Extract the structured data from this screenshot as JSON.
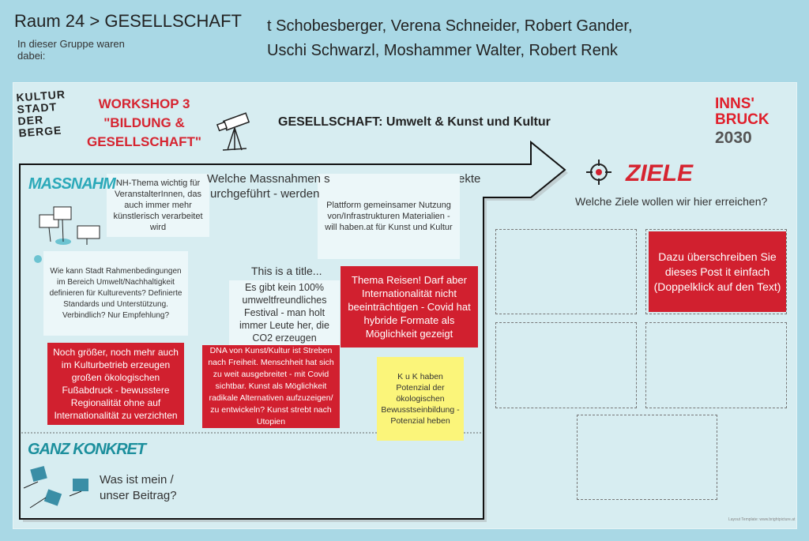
{
  "header": {
    "title": "Raum 24 > GESELLSCHAFT",
    "subtitle": "In dieser Gruppe waren dabei:",
    "names": "t Schobesberger, Verena Schneider, Robert Gander, Uschi Schwarzl, Moshammer Walter, Robert Renk"
  },
  "board": {
    "logo_text": "KULTUR STADT DER BERGE",
    "workshop": [
      "WORKSHOP 3",
      "\"BILDUNG &",
      "GESELLSCHAFT\""
    ],
    "heading": "GESELLSCHAFT: Umwelt & Kunst und Kultur",
    "brand": {
      "line1": "INNS'",
      "line2": "BRUCK",
      "year": "2030"
    },
    "massnahmen": {
      "label": "MASSNAHM",
      "question_a": "Welche Massnahmen s",
      "question_b": "ekte",
      "question_c": "urchgeführt - werden"
    },
    "notes": [
      {
        "text": "NH-Thema wichtig für VeranstalterInnen, das auch immer mehr künstlerisch verarbeitet wird"
      },
      {
        "text": "Plattform gemeinsamer Nutzung von/Infrastrukturen Materialien - will haben.at für Kunst und Kultur"
      },
      {
        "text": "Wie kann Stadt Rahmenbedingungen im Bereich Umwelt/Nachhaltigkeit definieren für Kulturevents? Definierte Standards und Unterstützung. Verbindlich? Nur Empfehlung?"
      },
      {
        "title": "This is a title...",
        "text": "Es gibt kein 100% umweltfreundliches Festival - man holt immer Leute her, die CO2 erzeugen"
      },
      {
        "text": "Thema Reisen! Darf aber Internationalität nicht beeinträchtigen - Covid hat hybride Formate als Möglichkeit gezeigt"
      },
      {
        "text": "Noch größer, noch mehr auch im Kulturbetrieb erzeugen großen ökologischen Fußabdruck - bewusstere Regionalität ohne auf Internationalität zu verzichten"
      },
      {
        "text": "DNA von Kunst/Kultur ist Streben nach Freiheit. Menschheit hat sich zu weit ausgebreitet - mit Covid sichtbar. Kunst als Möglichkeit radikale Alternativen aufzuzeigen/ zu entwickeln? Kunst strebt nach Utopien"
      },
      {
        "text": "K u K haben Potenzial der ökologischen Bewusstseinbildung - Potenzial heben"
      }
    ],
    "konkret": {
      "label": "GANZ KONKRET",
      "question": "Was ist mein / unser Beitrag?"
    },
    "ziele": {
      "label": "ZIELE",
      "question": "Welche Ziele wollen wir hier erreichen?",
      "note": "Dazu überschreiben Sie dieses Post it einfach (Doppelklick auf den Text)"
    },
    "credit": "Layout Template: www.brightpicture.at"
  },
  "colors": {
    "red": "#d1202f",
    "teal": "#2ba9b9",
    "bg": "#a9d8e5"
  }
}
